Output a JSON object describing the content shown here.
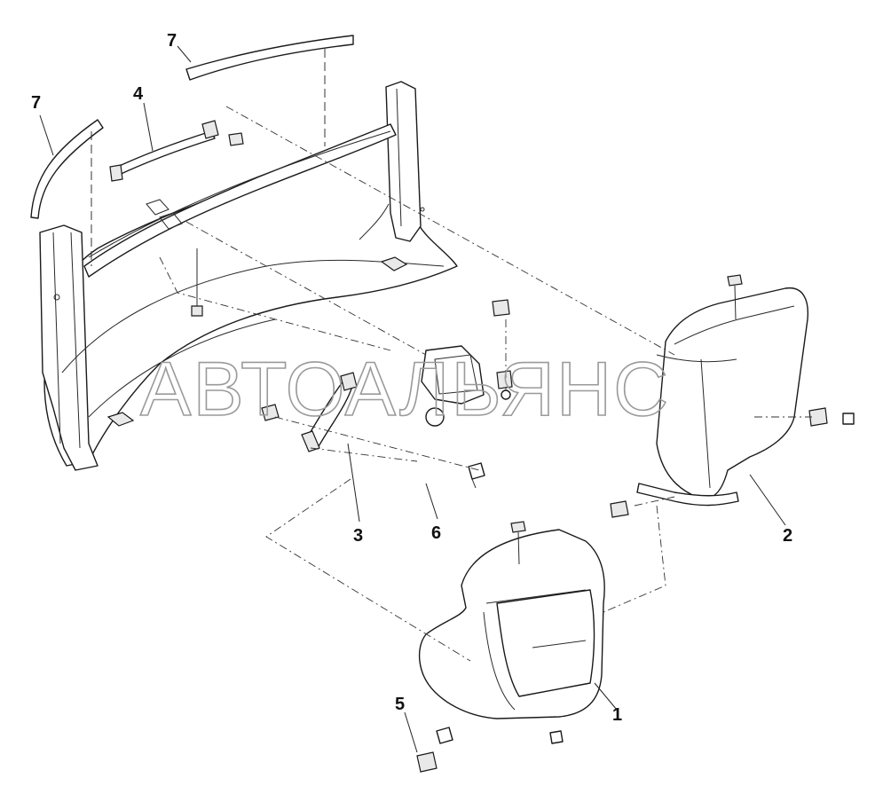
{
  "watermark": "АВТОАЛЬЯНС",
  "callouts": {
    "c1": "1",
    "c2": "2",
    "c3": "3",
    "c4": "4",
    "c5": "5",
    "c6": "6",
    "c7_top": "7",
    "c7_left": "7"
  }
}
